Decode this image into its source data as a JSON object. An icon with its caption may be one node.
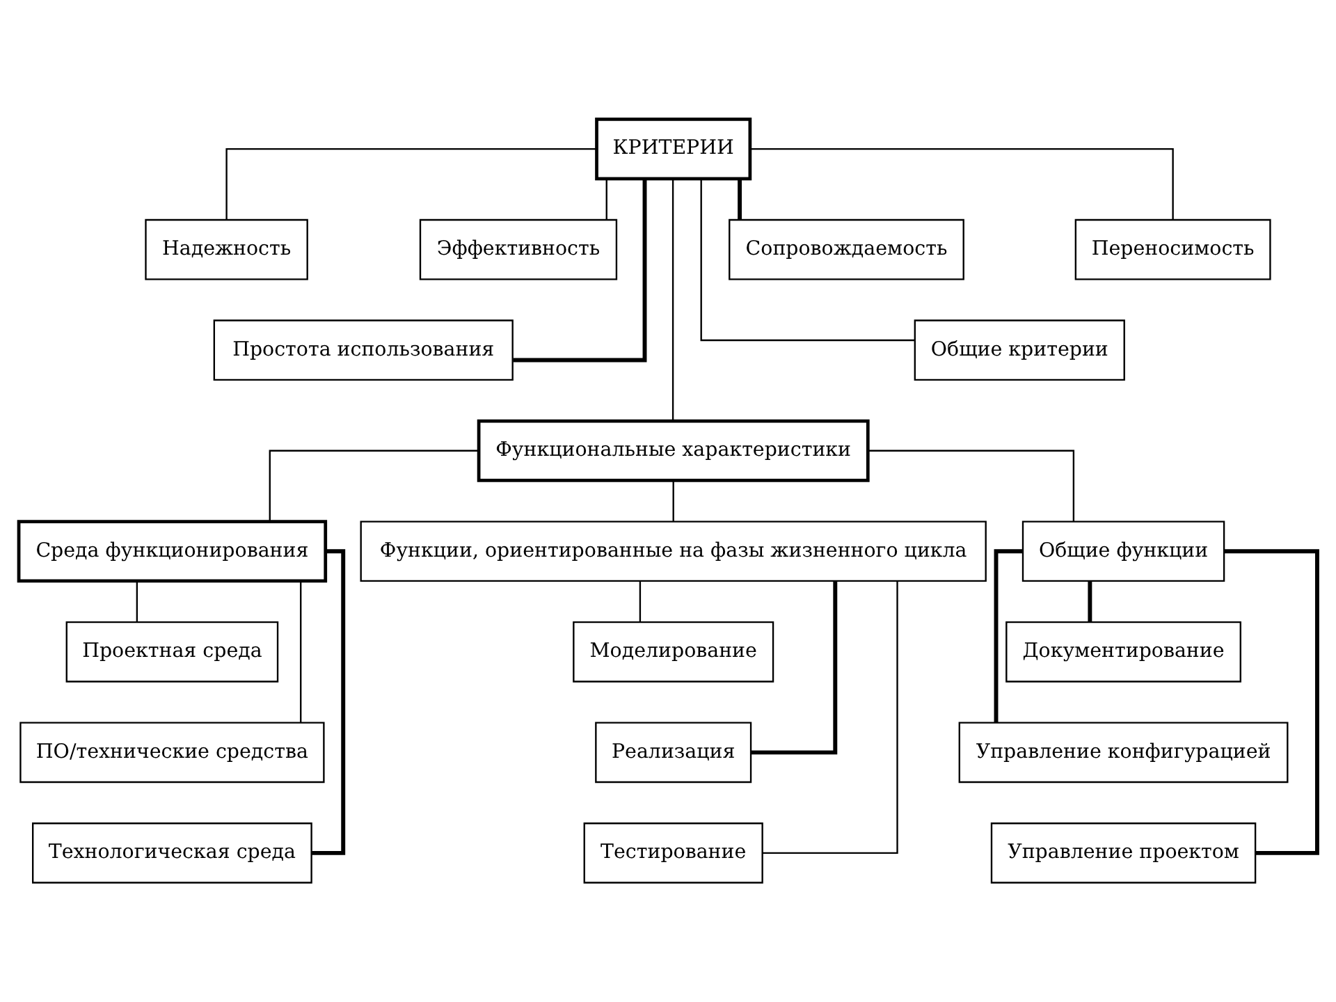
{
  "diagram": {
    "nodes": [
      {
        "text": [
          "КРИТЕРИИ"
        ]
      },
      {
        "text": [
          "Надежность"
        ]
      },
      {
        "text": [
          "Простота использования"
        ]
      },
      {
        "text": [
          "Эффективность"
        ]
      },
      {
        "text": [
          "Функциональные характеристики"
        ]
      },
      {
        "text": [
          "Сопровождаемость"
        ]
      },
      {
        "text": [
          "Общие критерии"
        ]
      },
      {
        "text": [
          "Переносимость"
        ]
      },
      {
        "text": [
          "Среда функционирования"
        ]
      },
      {
        "text": [
          "Функции, ориентированные на фазы жизненного цикла"
        ]
      },
      {
        "text": [
          "Общие функции"
        ]
      },
      {
        "text": [
          "Проектная среда"
        ]
      },
      {
        "text": [
          "ПО/технические средства"
        ]
      },
      {
        "text": [
          "Технологическая среда"
        ]
      },
      {
        "text": [
          "Моделирование"
        ]
      },
      {
        "text": [
          "Реализация"
        ]
      },
      {
        "text": [
          "Тестирование"
        ]
      },
      {
        "text": [
          "Документирование"
        ]
      },
      {
        "text": [
          "Управление конфигурацией"
        ]
      },
      {
        "text": [
          "Управление проектом"
        ]
      }
    ],
    "edges": [
      {
        "from": 0,
        "to": 1,
        "arrow": "none"
      },
      {
        "from": 0,
        "to": 2,
        "arrow": "none",
        "style": "thick"
      },
      {
        "from": 0,
        "to": 3,
        "arrow": "none"
      },
      {
        "from": 0,
        "to": 4,
        "arrow": "none"
      },
      {
        "from": 0,
        "to": 5,
        "arrow": "none",
        "style": "thick"
      },
      {
        "from": 0,
        "to": 6,
        "arrow": "none"
      },
      {
        "from": 0,
        "to": 7,
        "arrow": "none"
      },
      {
        "from": 4,
        "to": 8,
        "arrow": "none"
      },
      {
        "from": 4,
        "to": 9,
        "arrow": "none"
      },
      {
        "from": 4,
        "to": 10,
        "arrow": "none"
      },
      {
        "from": 8,
        "to": 11,
        "arrow": "none"
      },
      {
        "from": 8,
        "to": 12,
        "arrow": "none"
      },
      {
        "from": 8,
        "to": 13,
        "arrow": "none",
        "style": "thick"
      },
      {
        "from": 9,
        "to": 14,
        "arrow": "none"
      },
      {
        "from": 9,
        "to": 15,
        "arrow": "none",
        "style": "thick"
      },
      {
        "from": 9,
        "to": 16,
        "arrow": "none"
      },
      {
        "from": 10,
        "to": 17,
        "arrow": "none",
        "style": "thick"
      },
      {
        "from": 10,
        "to": 18,
        "arrow": "none",
        "style": "thick"
      },
      {
        "from": 10,
        "to": 19,
        "arrow": "none",
        "style": "thick"
      }
    ]
  }
}
